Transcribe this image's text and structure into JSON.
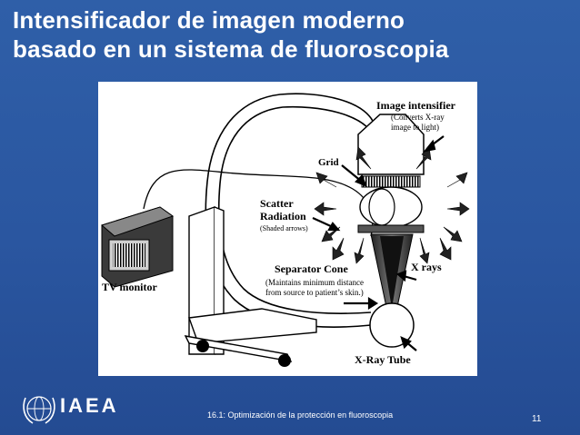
{
  "slide": {
    "title_line1": "Intensificador de imagen moderno",
    "title_line2": "basado en un sistema de fluoroscopia",
    "background_color": "#2f5fa8",
    "text_color": "#ffffff"
  },
  "diagram": {
    "image_intensifier": "Image intensifier",
    "image_intensifier_note1": "(Converts X-ray",
    "image_intensifier_note2": "image to light)",
    "grid": "Grid",
    "scatter1": "Scatter",
    "scatter2": "Radiation",
    "scatter_note": "(Shaded arrows)",
    "separator_cone": "Separator Cone",
    "separator_note1": "(Maintains minimum distance",
    "separator_note2": "from source to patient’s skin.)",
    "xrays": "X rays",
    "xray_tube": "X-Ray Tube",
    "tv_monitor": "TV monitor"
  },
  "footer": {
    "org": "IAEA",
    "caption": "16.1: Optimización de la protección en fluoroscopia",
    "page_number": "11",
    "logo_icon": "un-emblem-icon"
  }
}
